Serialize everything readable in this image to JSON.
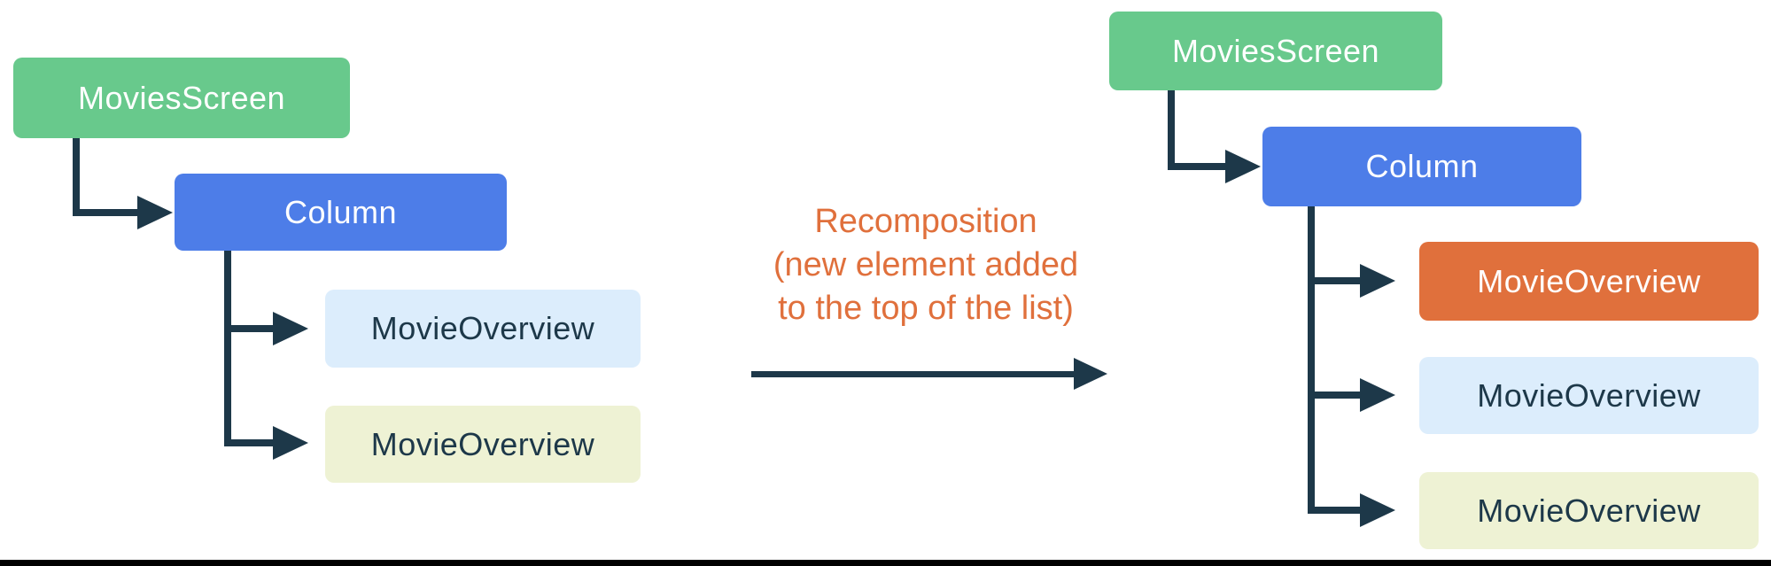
{
  "colors": {
    "green": "#68c98c",
    "blue": "#4d7de8",
    "light_blue": "#dcedfc",
    "pale_yellow": "#eef2d4",
    "orange": "#e0703c",
    "line_navy": "#1d3849",
    "dark_text": "#1d3849",
    "border_black": "#000000"
  },
  "left_tree": {
    "root": {
      "label": "MoviesScreen"
    },
    "column": {
      "label": "Column"
    },
    "children": [
      {
        "label": "MovieOverview",
        "variant": "lightblue"
      },
      {
        "label": "MovieOverview",
        "variant": "paleyellow"
      }
    ]
  },
  "transition": {
    "caption": [
      "Recomposition",
      "(new element added",
      "to the top of the list)"
    ]
  },
  "right_tree": {
    "root": {
      "label": "MoviesScreen"
    },
    "column": {
      "label": "Column"
    },
    "children": [
      {
        "label": "MovieOverview",
        "variant": "orangebox"
      },
      {
        "label": "MovieOverview",
        "variant": "lightblue"
      },
      {
        "label": "MovieOverview",
        "variant": "paleyellow"
      }
    ]
  }
}
